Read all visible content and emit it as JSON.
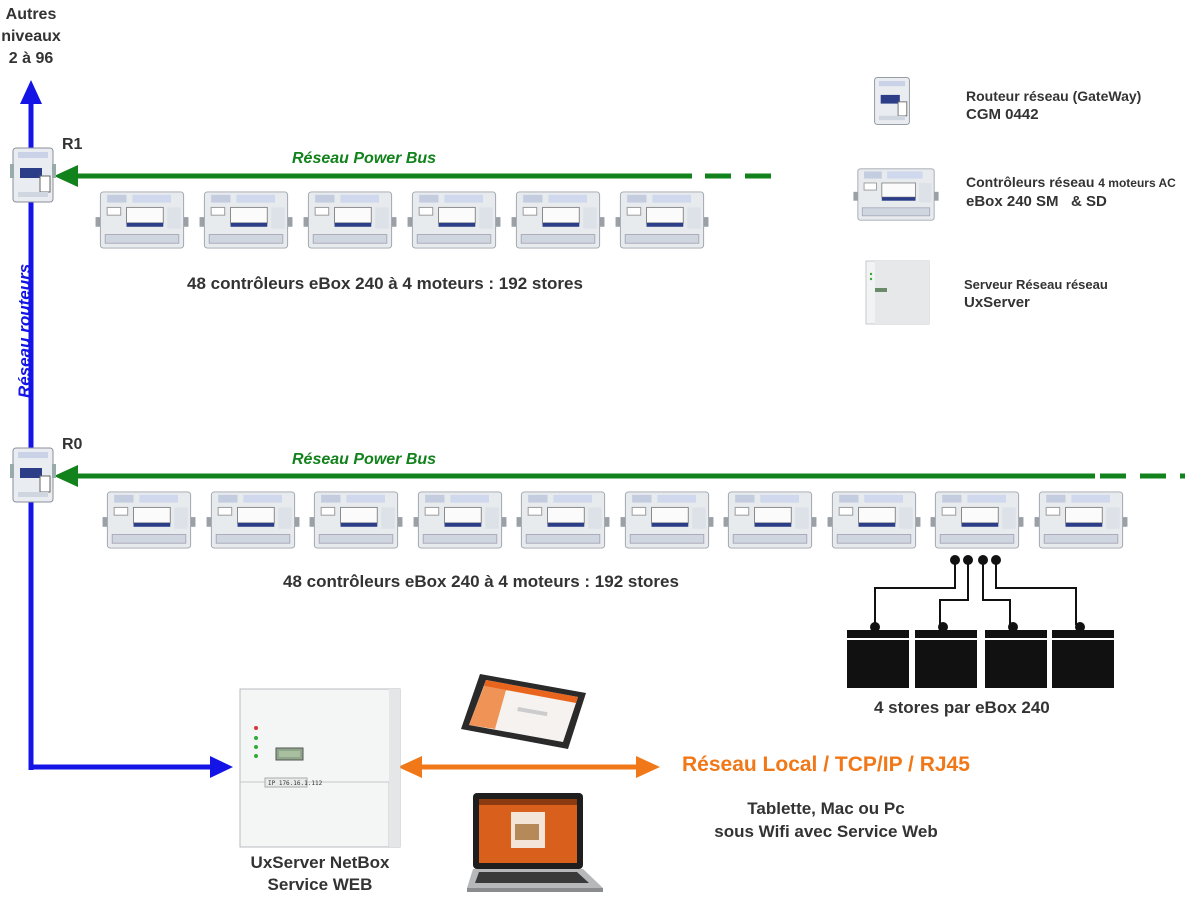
{
  "colors": {
    "router_net": "#1414e6",
    "power_bus": "#12821c",
    "local_net": "#f07818",
    "text": "#333333"
  },
  "top_left": {
    "line1": "Autres",
    "line2": "niveaux",
    "line3": "2 à 96"
  },
  "vertical_label": "Réseau routeurs",
  "routers": [
    {
      "label": "R1"
    },
    {
      "label": "R0"
    }
  ],
  "buses": [
    {
      "label": "Réseau Power Bus",
      "caption": "48 contrôleurs eBox 240 à 4 moteurs : 192 stores",
      "device_count": 6
    },
    {
      "label": "Réseau Power Bus",
      "caption": "48 contrôleurs eBox 240 à 4 moteurs : 192 stores",
      "device_count": 10
    }
  ],
  "legend": {
    "router": {
      "line1": "Routeur  réseau (GateWay)",
      "line2": "CGM 0442"
    },
    "controller": {
      "line1_a": "Contrôleurs réseau ",
      "line1_b": "4 moteurs AC",
      "line2": "eBox 240 SM   & SD"
    },
    "server": {
      "line1": "Serveur Réseau réseau",
      "line2": "UxServer"
    }
  },
  "blinds": {
    "count": 4,
    "caption": "4 stores par eBox 240"
  },
  "server": {
    "line1": "UxServer NetBox",
    "line2": "Service WEB",
    "display_text": "IP 176.16.1.112"
  },
  "local_network": {
    "title": "Réseau Local / TCP/IP / RJ45",
    "line1": "Tablette, Mac ou Pc",
    "line2": "sous Wifi avec Service Web"
  }
}
